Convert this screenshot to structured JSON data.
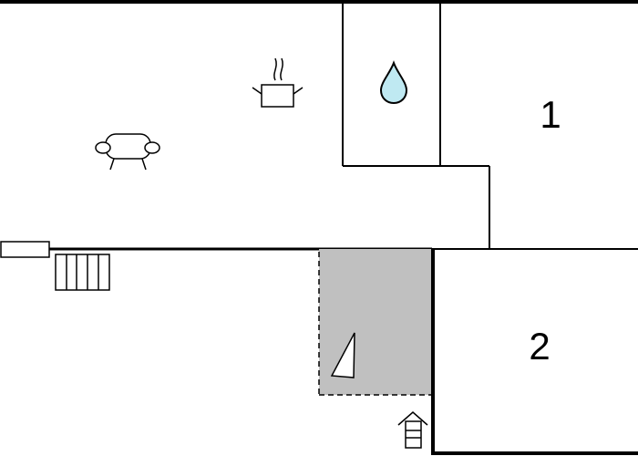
{
  "floor_plan": {
    "rooms": [
      {
        "id": "bedroom-1",
        "label": "1"
      },
      {
        "id": "bedroom-2",
        "label": "2"
      }
    ],
    "icons": {
      "kitchen": "cooking-pot-icon",
      "living": "sofa-icon",
      "bathroom": "water-drop-icon",
      "radiator": "radiator-icon",
      "terrace": "sail-triangle-icon",
      "entrance": "entrance-house-icon",
      "window": "window-bar-icon"
    },
    "colors": {
      "wall": "#000000",
      "water": "#bfe9f2",
      "terrace_fill": "#c0c0c0",
      "background": "#ffffff"
    }
  }
}
